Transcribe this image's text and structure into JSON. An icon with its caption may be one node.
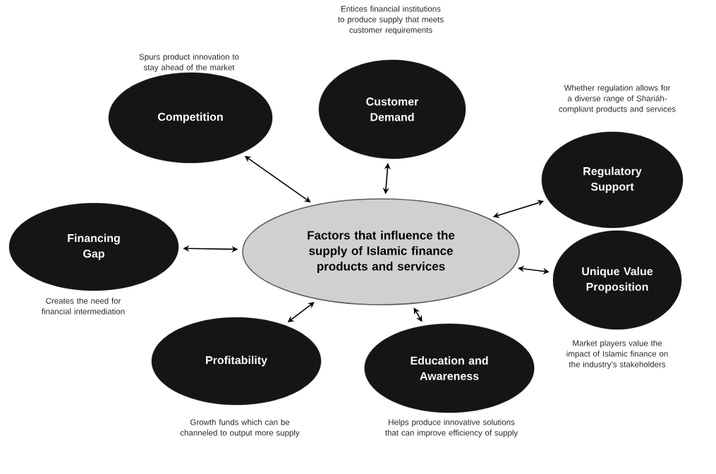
{
  "diagram": {
    "nodes": [
      {
        "text": [
          "Factors that influence the supply of Islamic finance products and services"
        ]
      },
      {
        "text": [
          "Competition"
        ],
        "beside": [
          "Spurs product innovation to stay ahead of the market"
        ]
      },
      {
        "text": [
          "Customer Demand"
        ],
        "beside": [
          "Entices financial institutions to produce supply that meets customer requirements"
        ]
      },
      {
        "text": [
          "Regulatory Support"
        ],
        "beside": [
          "Whether regulation allows for a diverse range of Shariáh-compliant products and services"
        ]
      },
      {
        "text": [
          "Financing Gap"
        ],
        "beside": [
          "Creates the need for financial intermediation"
        ]
      },
      {
        "text": [
          "Unique Value Proposition"
        ],
        "beside": [
          "Market players value the impact of Islamic finance on the industry’s stakeholders"
        ]
      },
      {
        "text": [
          "Profitability"
        ],
        "beside": [
          "Growth funds which can be channeled to output more supply"
        ]
      },
      {
        "text": [
          "Education and Awareness"
        ],
        "beside": [
          "Helps produce innovative solutions that can improve efficiency of supply"
        ]
      }
    ],
    "edges": [
      {
        "from": 0,
        "to": 1,
        "arrow": "both"
      },
      {
        "from": 0,
        "to": 2,
        "arrow": "both"
      },
      {
        "from": 0,
        "to": 3,
        "arrow": "both"
      },
      {
        "from": 0,
        "to": 4,
        "arrow": "both"
      },
      {
        "from": 0,
        "to": 5,
        "arrow": "both"
      },
      {
        "from": 0,
        "to": 6,
        "arrow": "both"
      },
      {
        "from": 0,
        "to": 7,
        "arrow": "both"
      }
    ]
  }
}
